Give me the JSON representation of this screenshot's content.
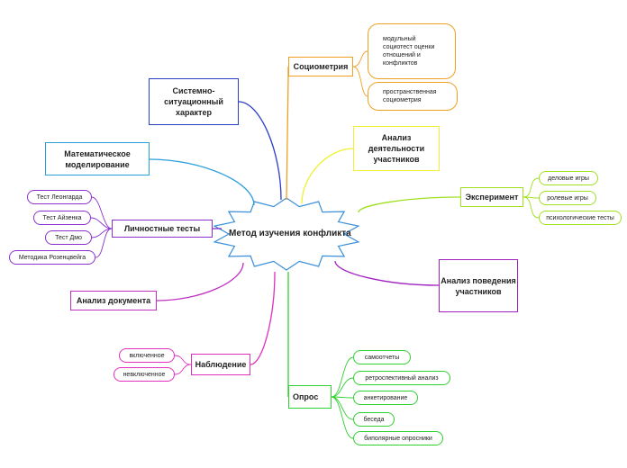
{
  "center": {
    "label": "Метод изучения конфликта",
    "color": "#1a1a1a"
  },
  "branches": [
    {
      "id": "sociometry",
      "label": "Социометрия",
      "color": "#f0a020"
    },
    {
      "id": "system",
      "label": "Системно-ситуационный характер",
      "color": "#2a3fc8"
    },
    {
      "id": "math",
      "label": "Математическое моделирование",
      "color": "#2a9fd8"
    },
    {
      "id": "personal",
      "label": "Личностные тесты",
      "color": "#8a2fd0"
    },
    {
      "id": "doc",
      "label": "Анализ документа",
      "color": "#c030c0"
    },
    {
      "id": "observation",
      "label": "Наблюдение",
      "color": "#e030c0"
    },
    {
      "id": "survey",
      "label": "Опрос",
      "color": "#30d030"
    },
    {
      "id": "activity",
      "label": "Анализ деятельности участников",
      "color": "#f0f030"
    },
    {
      "id": "experiment",
      "label": "Эксперимент",
      "color": "#9fe020"
    },
    {
      "id": "behavior",
      "label": "Анализ поведения участников",
      "color": "#a020c0"
    }
  ],
  "subs": {
    "sociometry": [
      "модульный социотест оценки отношений и конфликтов",
      "пространственная социометрия"
    ],
    "personal": [
      "Тест Леонгарда",
      "Тест Айзенка",
      "Тест Дмо",
      "Методика Розенцвейга"
    ],
    "observation": [
      "включенное",
      "невключенное"
    ],
    "survey": [
      "самоотчеты",
      "ретроспективный анализ",
      "анкетирование",
      "беседа",
      "биполярные опросники"
    ],
    "experiment": [
      "деловые игры",
      "ролевые игры",
      "психологические тесты"
    ]
  }
}
